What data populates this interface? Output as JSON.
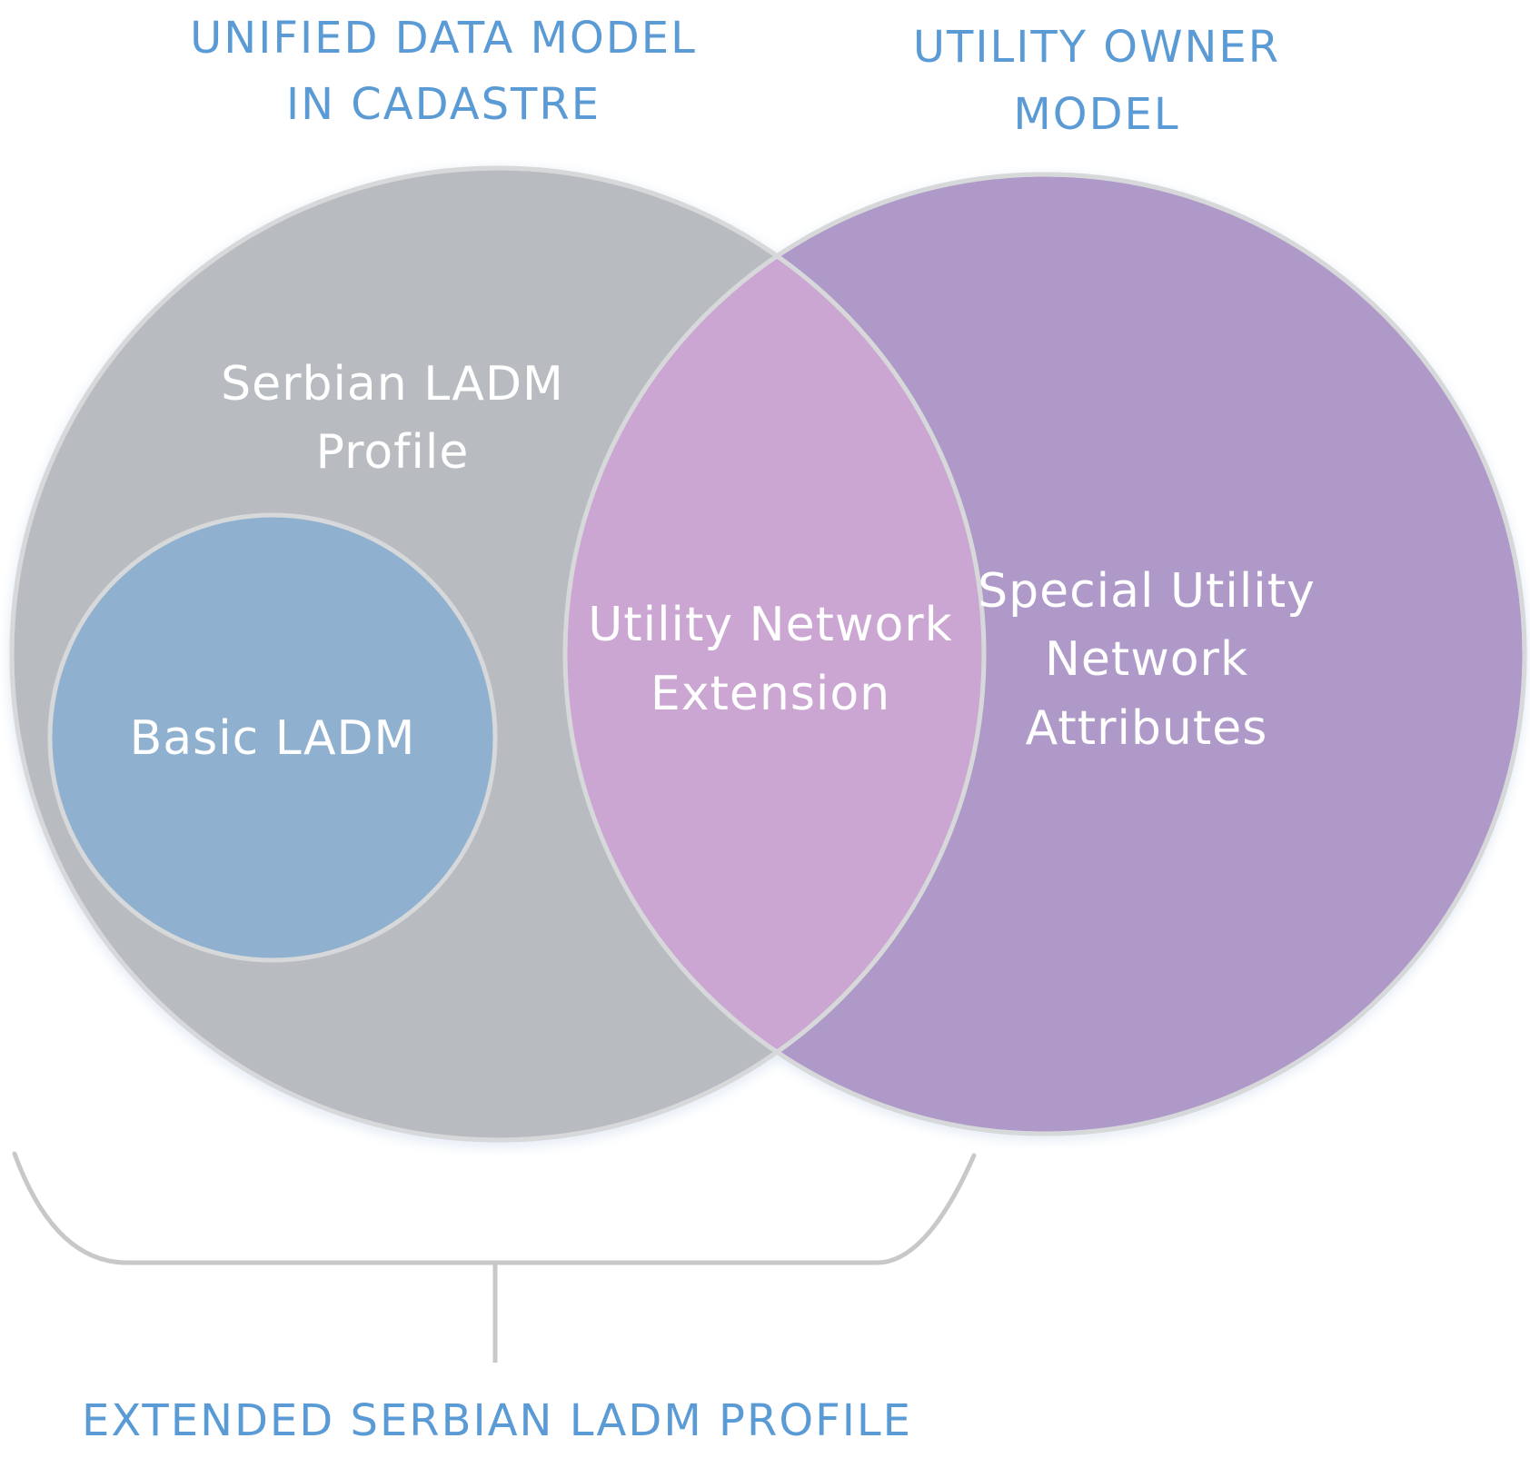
{
  "colors": {
    "heading": "#5b9bd5",
    "gray_circle": "#b8bcc0",
    "purple_circle": "#ae99c8",
    "overlap": "#cca6d2",
    "blue_circle": "#8fb1cf",
    "circle_stroke": "#d6d8da",
    "bracket": "#c8c8c8",
    "inner_text": "#ffffff"
  },
  "headings": {
    "left_line1": "UNIFIED DATA MODEL",
    "left_line2": "IN CADASTRE",
    "right_line1": "UTILITY OWNER",
    "right_line2": "MODEL",
    "bottom": "EXTENDED SERBIAN LADM PROFILE"
  },
  "labels": {
    "serbian_profile_line1": "Serbian LADM",
    "serbian_profile_line2": "Profile",
    "basic_ladm": "Basic LADM",
    "extension_line1": "Utility Network",
    "extension_line2": "Extension",
    "special_line1": "Special Utility",
    "special_line2": "Network",
    "special_line3": "Attributes"
  }
}
